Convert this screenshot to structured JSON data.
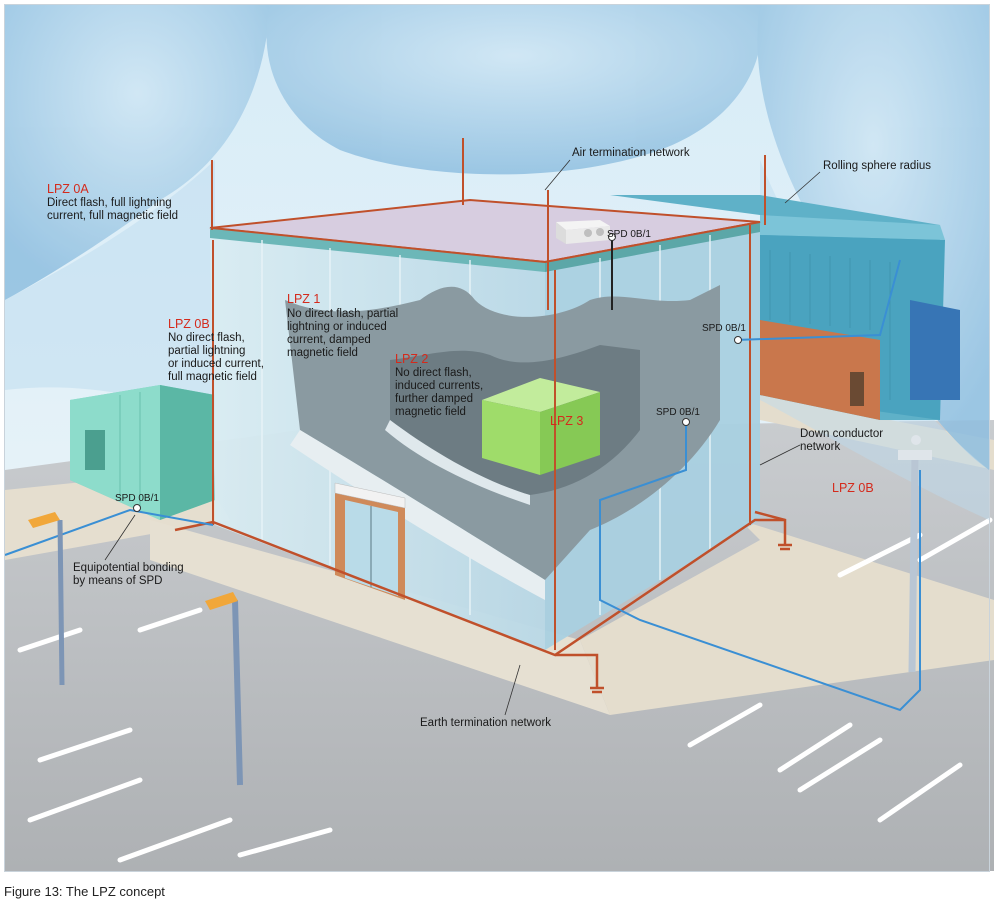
{
  "labels": {
    "lpz0a_title": "LPZ 0A",
    "lpz0a_desc1": "Direct flash, full lightning",
    "lpz0a_desc2": "current, full magnetic field",
    "lpz0b_title": "LPZ 0B",
    "lpz0b_desc1": "No direct flash,",
    "lpz0b_desc2": "partial lightning",
    "lpz0b_desc3": "or induced current,",
    "lpz0b_desc4": "full magnetic field",
    "lpz1_title": "LPZ 1",
    "lpz1_desc1": "No direct flash, partial",
    "lpz1_desc2": "lightning or induced",
    "lpz1_desc3": "current, damped",
    "lpz1_desc4": "magnetic field",
    "lpz2_title": "LPZ 2",
    "lpz2_desc1": "No direct flash,",
    "lpz2_desc2": "induced currents,",
    "lpz2_desc3": "further damped",
    "lpz2_desc4": "magnetic field",
    "lpz3_title": "LPZ 3",
    "lpz0b_right": "LPZ 0B",
    "air_termination": "Air termination network",
    "rolling_sphere": "Rolling sphere radius",
    "down_conductor1": "Down conductor",
    "down_conductor2": "network",
    "earth_termination": "Earth termination network",
    "equipotential1": "Equipotential bonding",
    "equipotential2": "by means of SPD",
    "spd_roof": "SPD 0B/1",
    "spd_right": "SPD 0B/1",
    "spd_inner": "SPD 0B/1",
    "spd_left": "SPD 0B/1"
  },
  "caption": "Figure 13: The LPZ concept",
  "colors": {
    "sky_sphere": "#a9cfe8",
    "conductor": "#c0502b",
    "cable": "#3a8fd4",
    "zone_label": "#d42a1c",
    "lpz3_box": "#9fdc6a",
    "road": "#b9bcbf",
    "pavement": "#e3ddcf"
  }
}
